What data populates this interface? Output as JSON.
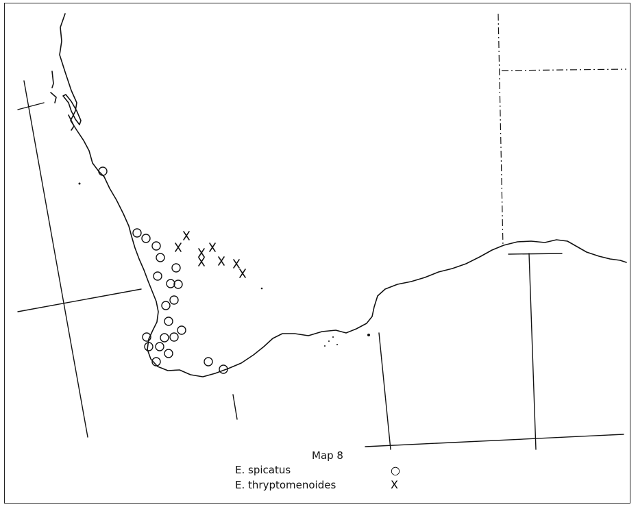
{
  "map": {
    "title": "Map 8",
    "legend": [
      {
        "label": "E.  spicatus",
        "symbol": "circle",
        "glyph": "○"
      },
      {
        "label": "E.  thryptomenoides",
        "symbol": "cross",
        "glyph": "X"
      }
    ],
    "colors": {
      "ink": "#111111",
      "background": "#ffffff"
    }
  }
}
